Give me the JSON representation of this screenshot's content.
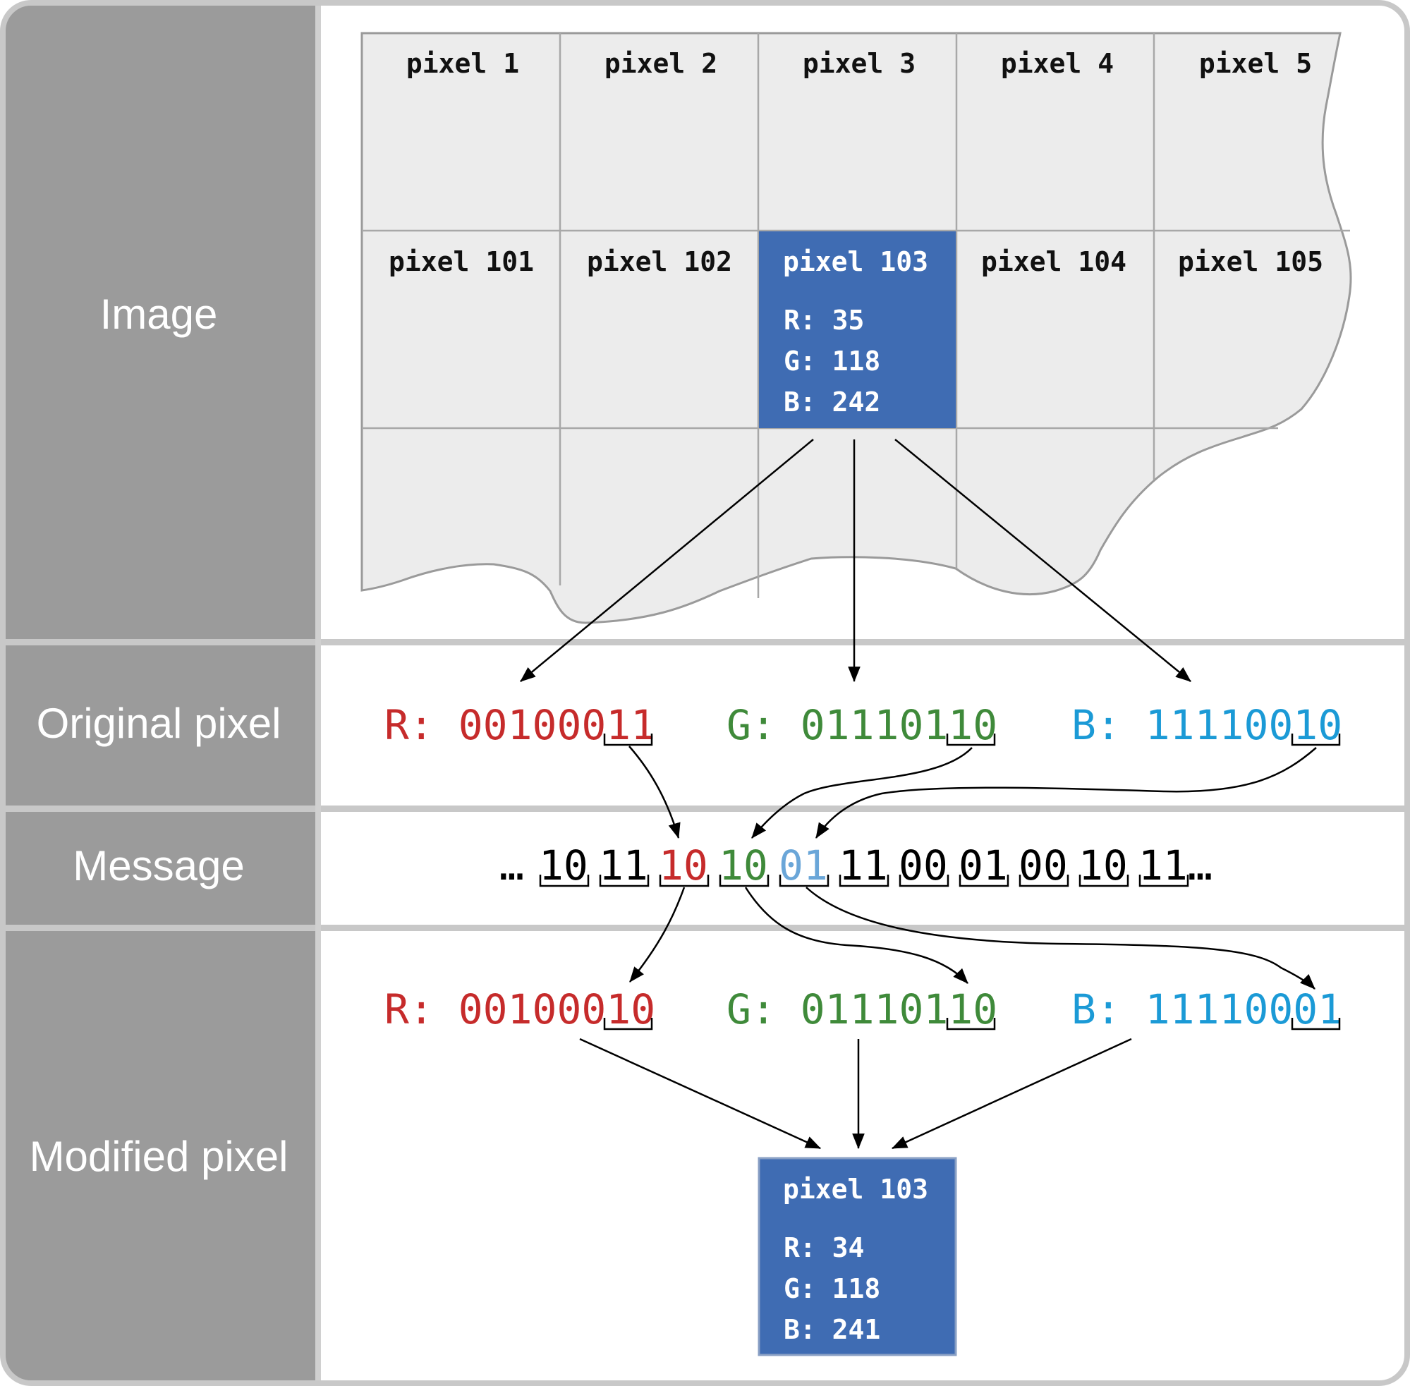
{
  "rows": {
    "image": "Image",
    "original": "Original pixel",
    "message": "Message",
    "modified": "Modified pixel"
  },
  "grid": {
    "row1": [
      "pixel 1",
      "pixel 2",
      "pixel 3",
      "pixel 4",
      "pixel 5"
    ],
    "row2": [
      "pixel 101",
      "pixel 102",
      "pixel 103",
      "pixel 104",
      "pixel 105"
    ]
  },
  "highlight_pixel": {
    "label": "pixel 103",
    "r": "R: 35",
    "g": "G: 118",
    "b": "B: 242"
  },
  "original_pixel": {
    "r": {
      "prefix": "R: ",
      "bits": "00100011"
    },
    "g": {
      "prefix": "G: ",
      "bits": "01110110"
    },
    "b": {
      "prefix": "B: ",
      "bits": "11110010"
    }
  },
  "message": {
    "leading": "…",
    "trailing": "…",
    "pairs": [
      "10",
      "11",
      "10",
      "10",
      "01",
      "11",
      "00",
      "01",
      "00",
      "10",
      "11"
    ]
  },
  "modified_pixel": {
    "r": {
      "prefix": "R: ",
      "bits": "00100010"
    },
    "g": {
      "prefix": "G: ",
      "bits": "01110110"
    },
    "b": {
      "prefix": "B: ",
      "bits": "11110001"
    }
  },
  "result_pixel": {
    "label": "pixel 103",
    "r": "R: 34",
    "g": "G: 118",
    "b": "B: 241"
  },
  "colors": {
    "red": "#c62b2b",
    "green": "#3f8a3a",
    "blue": "#1b9ad6",
    "light_blue": "#6aa6d8",
    "pixel_fill": "#3f6cb3",
    "sidebar": "#9b9b9b"
  }
}
